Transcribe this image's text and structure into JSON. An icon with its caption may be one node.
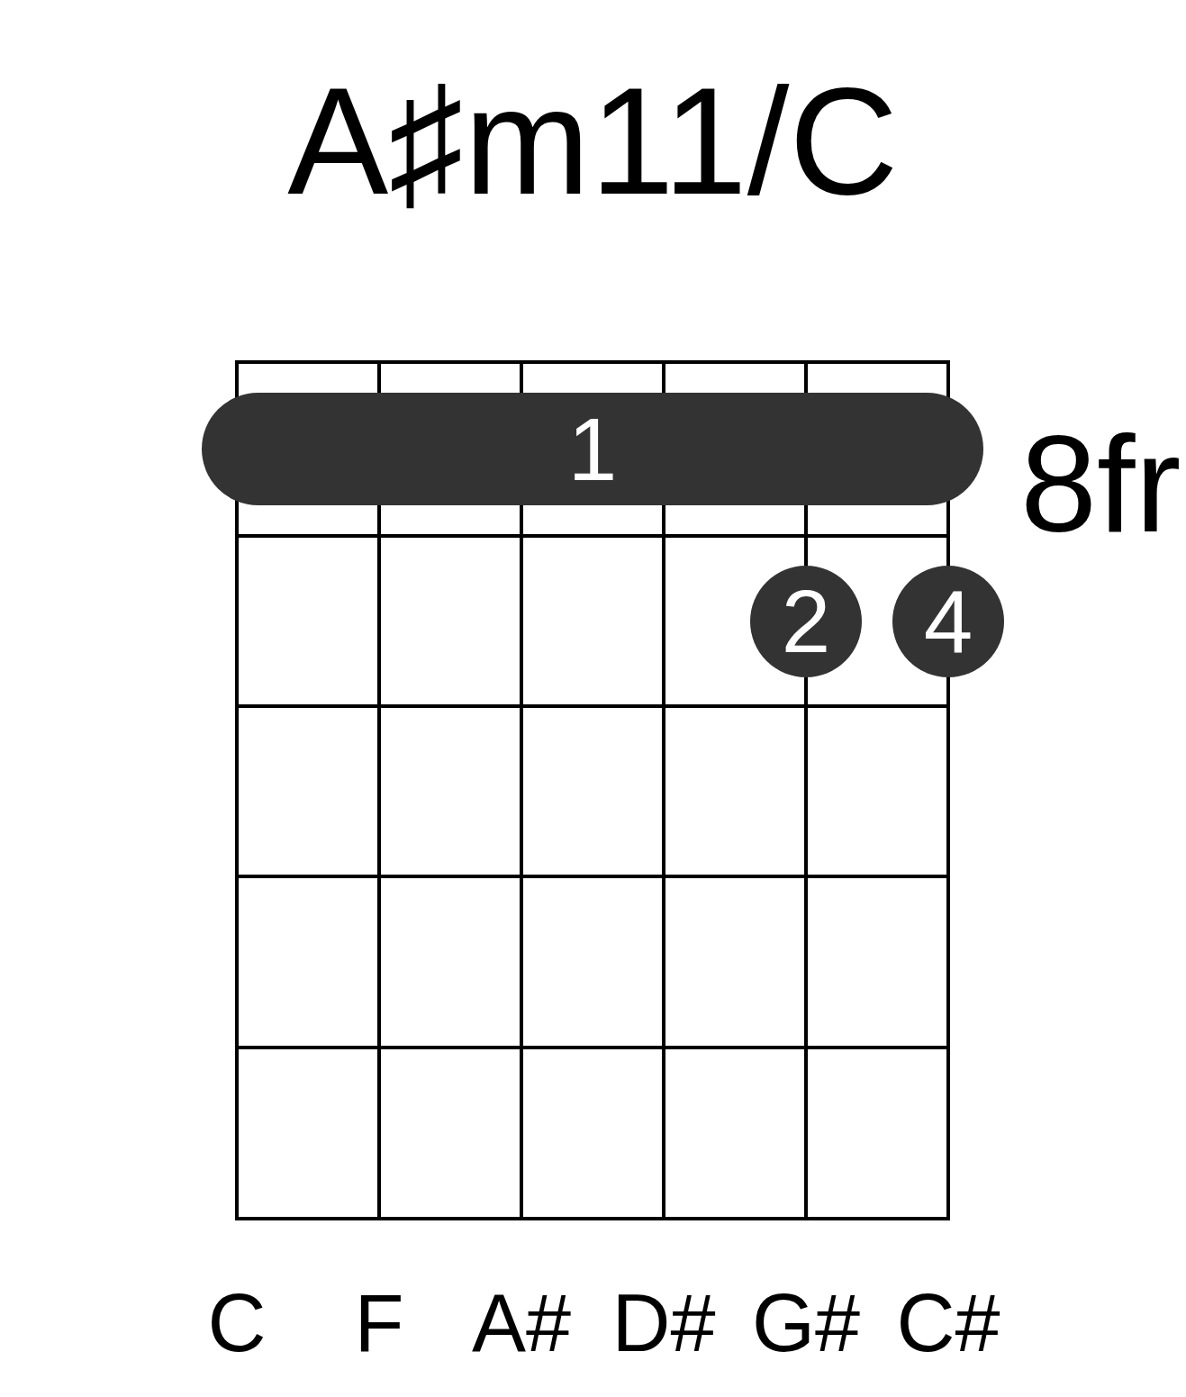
{
  "diagram": {
    "title": "A♯m11/C",
    "nodes": [
      {
        "text": [
          "1"
        ]
      },
      {
        "text": [
          "2"
        ]
      },
      {
        "text": [
          "4"
        ]
      }
    ],
    "labels": [
      "8fr",
      "C",
      "F",
      "A#",
      "D#",
      "G#",
      "C#"
    ]
  }
}
